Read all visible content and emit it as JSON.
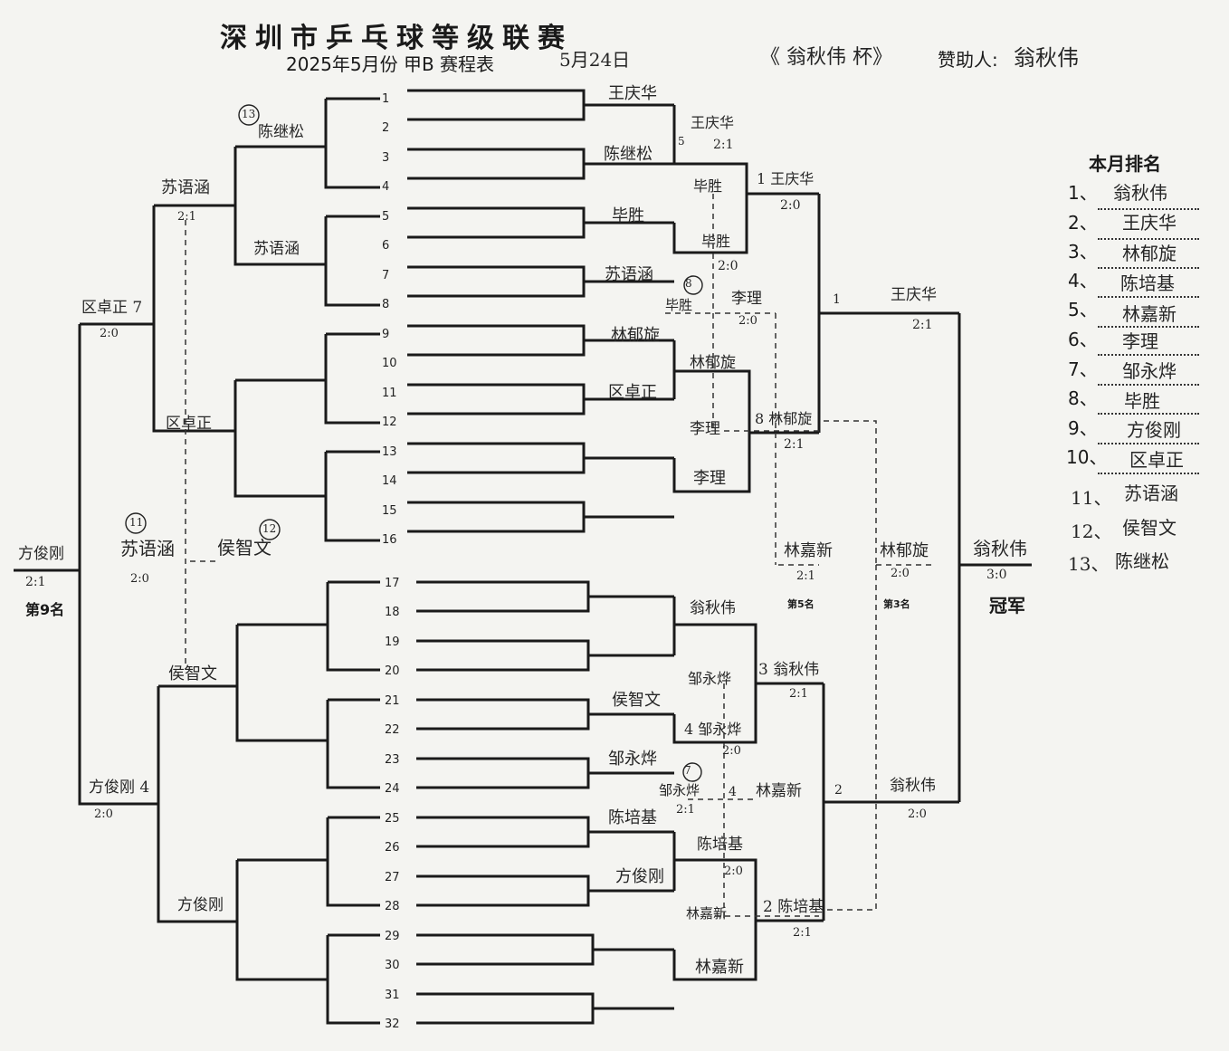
{
  "header": {
    "title": "深圳市乒乓球等级联赛",
    "subtitle": "2025年5月份 甲B 赛程表",
    "date": "5月24日",
    "cup": "《 翁秋伟 杯》",
    "sponsor_label": "赞助人:",
    "sponsor_name": "翁秋伟"
  },
  "slots": [
    "1",
    "2",
    "3",
    "4",
    "5",
    "6",
    "7",
    "8",
    "9",
    "10",
    "11",
    "12",
    "13",
    "14",
    "15",
    "16",
    "17",
    "18",
    "19",
    "20",
    "21",
    "22",
    "23",
    "24",
    "25",
    "26",
    "27",
    "28",
    "29",
    "30",
    "31",
    "32"
  ],
  "top": {
    "r1": [
      "王庆华",
      "陈继松",
      "毕胜",
      "苏语涵",
      "林郁旋",
      "区卓正",
      "李理"
    ],
    "r2_w1": "王庆华",
    "r2_w1_seed": "5",
    "r2_w1_score": "2:1",
    "r2_w2": "毕胜",
    "r2_w2_score": "2:0",
    "r2_w3": "林郁旋",
    "r2_w4": "李理",
    "sf1_name": "1 王庆华",
    "sf1_score": "2:0",
    "sf2_name": "8 林郁旋",
    "sf2_score": "2:1",
    "qf_seed": "1",
    "final_top": "王庆华",
    "final_top_score": "2:1",
    "lq_a": "毕胜",
    "lq_a_dup": "毕胜",
    "lq_b": "李理",
    "lq_b_dup": "李理",
    "lq_win": "李理",
    "lq_score": "2:0",
    "lq_rank": "8"
  },
  "bottom": {
    "r1": [
      "翁秋伟",
      "侯智文",
      "邹永烨",
      "陈培基",
      "方俊刚",
      "林嘉新"
    ],
    "r2_w1": "3 翁秋伟",
    "r2_w1_score": "2:1",
    "r2_w2": "4 邹永烨",
    "r2_w2_score": "2:0",
    "r2_w3": "陈培基",
    "r2_w3_score": "2:0",
    "r2_w4": "林嘉新",
    "sf2_name": "2 陈培基",
    "sf2_score": "2:1",
    "qf_seed": "2",
    "final_bottom": "翁秋伟",
    "final_bottom_score": "2:0",
    "lq_a": "邹永烨",
    "lq_a_dup": "邹永烨",
    "lq_b": "林嘉新",
    "lq_b_dup": "林嘉新",
    "lq_score": "2:1",
    "lq_mid": "4",
    "lq_rank": "7"
  },
  "left": {
    "a_r1": "陈继松",
    "a_r1_rank": "13",
    "a_r2": "苏语涵",
    "a_w": "苏语涵",
    "a_w_score": "2:1",
    "a_r3": "区卓正",
    "a_final": "区卓正 7",
    "a_final_score": "2:0",
    "b_r1": "侯智文",
    "b_r2": "方俊刚",
    "b_final": "方俊刚 4",
    "b_final_score": "2:0",
    "mini_w": "苏语涵",
    "mini_rank": "11",
    "mini_score": "2:0",
    "mini_l": "侯智文",
    "mini_l_rank": "12",
    "ninth": "方俊刚",
    "ninth_score": "2:1",
    "ninth_label": "第9名"
  },
  "right": {
    "champion": "翁秋伟",
    "champion_score": "3:0",
    "champion_label": "冠军",
    "fifth": "林嘉新",
    "fifth_score": "2:1",
    "fifth_label": "第5名",
    "third": "林郁旋",
    "third_score": "2:0",
    "third_label": "第3名",
    "final_seed_top": "1",
    "final_seed_bottom": "2"
  },
  "ranking": {
    "title": "本月排名",
    "items": [
      {
        "no": "1、",
        "name": "翁秋伟"
      },
      {
        "no": "2、",
        "name": "王庆华"
      },
      {
        "no": "3、",
        "name": "林郁旋"
      },
      {
        "no": "4、",
        "name": "陈培基"
      },
      {
        "no": "5、",
        "name": "林嘉新"
      },
      {
        "no": "6、",
        "name": "李理"
      },
      {
        "no": "7、",
        "name": "邹永烨"
      },
      {
        "no": "8、",
        "name": "毕胜"
      },
      {
        "no": "9、",
        "name": "方俊刚"
      },
      {
        "no": "10、",
        "name": "区卓正"
      },
      {
        "no": "11、",
        "name": "苏语涵"
      },
      {
        "no": "12、",
        "name": "侯智文"
      },
      {
        "no": "13、",
        "name": "陈继松"
      }
    ]
  }
}
